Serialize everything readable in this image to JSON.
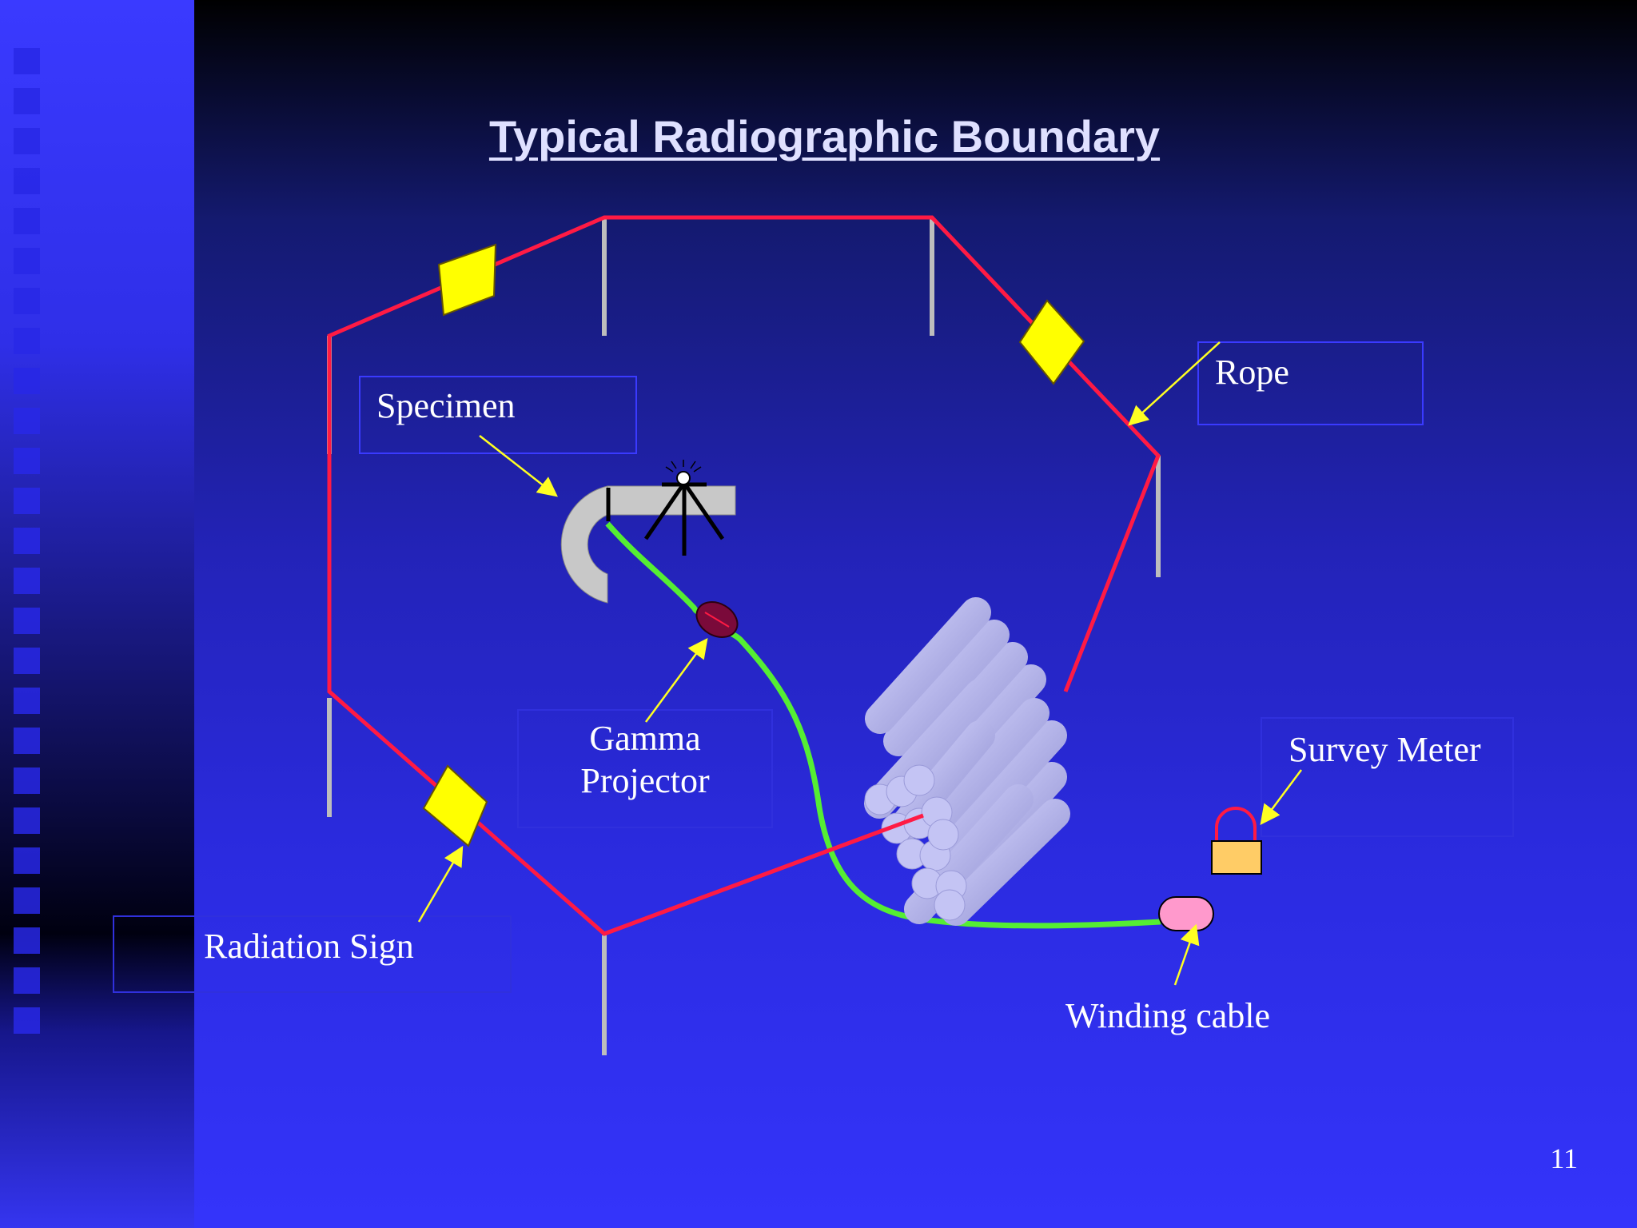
{
  "slide": {
    "title": "Typical Radiographic Boundary",
    "page_number": "11"
  },
  "labels": {
    "specimen": "Specimen",
    "rope": "Rope",
    "gamma_projector_line1": "Gamma",
    "gamma_projector_line2": "Projector",
    "survey_meter": "Survey Meter",
    "radiation_sign": "Radiation Sign",
    "winding_cable": "Winding cable"
  },
  "colors": {
    "rope": "#ff1a44",
    "cable": "#55ee33",
    "arrow": "#ffff22",
    "sign": "#ffff00",
    "post": "#bbbbbb",
    "specimen": "#c8c8c8",
    "projector": "#7a0a3a",
    "crank": "#ff99cc",
    "meter": "#ffcc66",
    "pipes": "#b8b8f0"
  }
}
